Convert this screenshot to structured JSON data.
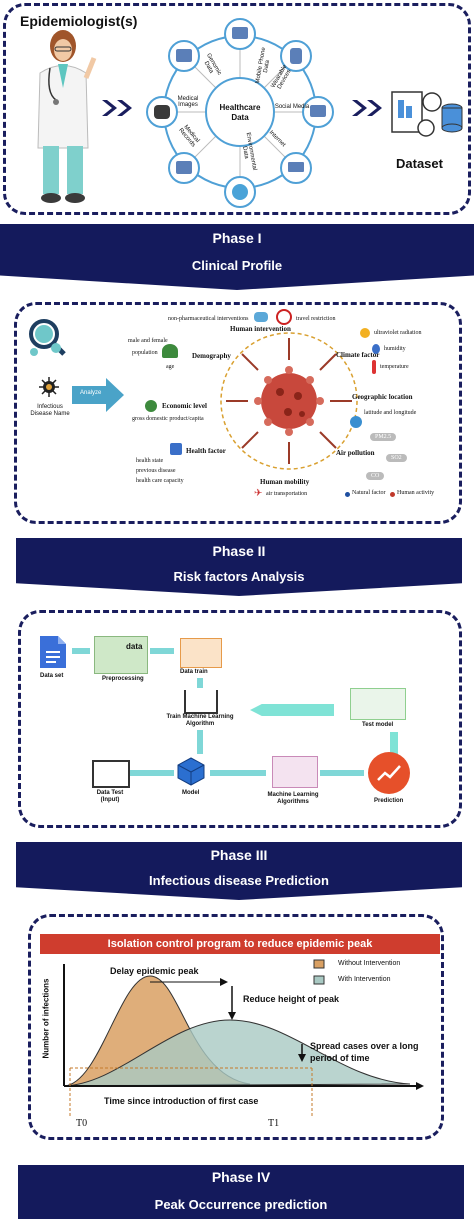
{
  "phase1": {
    "panel_title": "Epidemiologist(s)",
    "hub_label": "Healthcare Data",
    "sources": [
      "Genomic Data",
      "Mobile Phone Data",
      "Wearable Devices",
      "Social Media",
      "Internet",
      "Environmental Data",
      "Medical Records",
      "Medical Images"
    ],
    "output_label": "Dataset",
    "banner_phase": "Phase I",
    "banner_title": "Clinical Profile"
  },
  "phase2": {
    "input_label": "Infectious Disease Name",
    "analyze_label": "Analyze",
    "factors": {
      "human_intervention": "Human intervention",
      "hi_items": [
        "non-pharmaceutical interventions",
        "travel restriction"
      ],
      "demography": "Demography",
      "demo_items": [
        "male and female",
        "population",
        "age"
      ],
      "climate": "Climate factor",
      "climate_items": [
        "ultraviolet radiation",
        "humidity",
        "temperature"
      ],
      "geographic": "Geographic location",
      "geo_items": [
        "latitude and longitude"
      ],
      "economic": "Economic level",
      "econ_items": [
        "gross domestic product/capita"
      ],
      "air": "Air pollution",
      "air_items": [
        "PM2.5",
        "SO2",
        "CO"
      ],
      "health": "Health factor",
      "health_items": [
        "health state",
        "previous disease",
        "health care capacity"
      ],
      "mobility": "Human mobility",
      "mobility_items": [
        "air transportation"
      ]
    },
    "legend": [
      "Natural factor",
      "Human activity"
    ],
    "banner_phase": "Phase II",
    "banner_title": "Risk factors Analysis"
  },
  "phase3": {
    "nodes": {
      "dataset": "Data set",
      "preprocessing": "Preprocessing",
      "data_chip": "data",
      "data_train": "Data train",
      "train_algo": "Train Machine Learning Algorithm",
      "data_test": "Data Test (Input)",
      "model": "Model",
      "ml_algos": "Machine Learning Algorithms",
      "prediction": "Prediction",
      "test_model": "Test model"
    },
    "banner_phase": "Phase III",
    "banner_title": "Infectious disease Prediction"
  },
  "phase4": {
    "header": "Isolation control program to reduce epidemic peak",
    "legend": [
      "Without Intervention",
      "With Intervention"
    ],
    "ann_delay": "Delay epidemic peak",
    "ann_reduce": "Reduce height of peak",
    "ann_spread": "Spread cases over a long period of time",
    "ylabel": "Number of infections",
    "xlabel": "Time since introduction of first case",
    "t0": "T0",
    "t1": "T1",
    "banner_phase": "Phase IV",
    "banner_title": "Peak Occurrence prediction"
  },
  "colors": {
    "navy": "#141a5c",
    "orange": "#d9a063",
    "teal": "#a9c9c3",
    "red": "#cf3d2e",
    "blue": "#2b58c6"
  }
}
